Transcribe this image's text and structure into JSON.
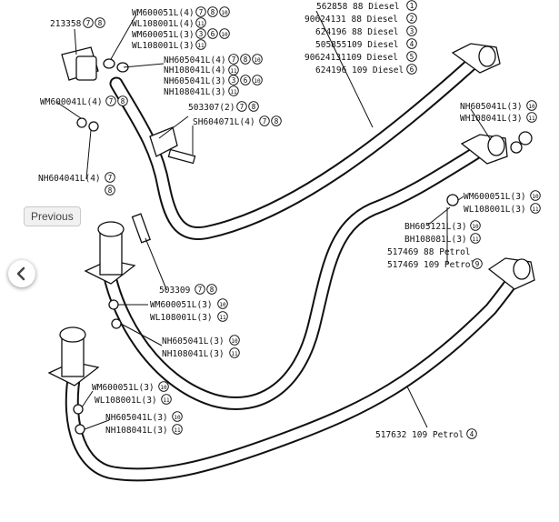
{
  "nav": {
    "previous_label": "Previous",
    "prev_arrow_icon": "chevron-left-icon"
  },
  "labels": {
    "p213358": "213358",
    "wm600051l_4": "WM600051L(4)",
    "wl108001l_4": "WL108001L(4)",
    "wm600051l_3a": "WM600051L(3)",
    "wl108001l_3a": "WL108001L(3)",
    "nh605041l_4": "NH605041L(4)",
    "nh108041l_4": "NH108041L(4)",
    "nh605041l_3a": "NH605041L(3)",
    "nh108041l_3a": "NH108041L(3)",
    "wm600041l_4": "WM600041L(4)",
    "p503307": "503307(2)",
    "sh604071l_4": "SH604071L(4)",
    "nh604041l_4": "NH604041L(4)",
    "p503309": "503309",
    "wm600051l_3b": "WM600051L(3)",
    "wl108001l_3b": "WL108001L(3)",
    "nh605041l_3b": "NH605041L(3)",
    "nh108041l_3b": "NH108041L(3)",
    "wm600051l_3c": "WM600051L(3)",
    "wl108001l_3c": "WL108001L(3)",
    "nh605041l_3c": "NH605041L(3)",
    "nh108041l_3c": "NH108041L(3)",
    "nh605041l_3r": "NH605041L(3)",
    "wh108041l_3r": "WH108041L(3)",
    "wm600051l_3r": "WM600051L(3)",
    "wl108001l_3r": "WL108001L(3)",
    "bh605121l_3": "BH605121L(3)",
    "bh108081l_3": "BH108081L(3)",
    "p517469_88": "517469 88 Petrol",
    "p517469_109": "517469 109 Petrol",
    "p517632_109": "517632 109 Petrol",
    "d1": "562858  88 Diesel",
    "d2": "90624131  88 Diesel",
    "d3": "624196  88 Diesel",
    "d4": "505855109 Diesel",
    "d5": "90624131109 Diesel",
    "d6": "624196 109 Diesel"
  },
  "markers": {
    "m1": "1",
    "m2": "2",
    "m3": "3",
    "m4": "4",
    "m5": "5",
    "m6": "6",
    "m7": "7",
    "m8": "8",
    "m9": "9",
    "m10": "10",
    "m11": "11"
  }
}
